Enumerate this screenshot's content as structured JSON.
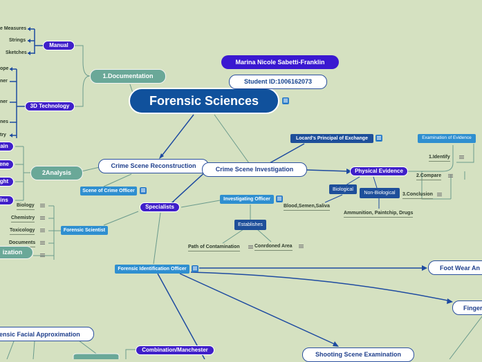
{
  "root": {
    "title": "Forensic Sciences"
  },
  "author": {
    "name": "Marina Nicole Sabetti-Franklin",
    "student_id": "Student ID:1006162073"
  },
  "documentation": {
    "label": "1.Documentation",
    "manual": {
      "label": "Manual",
      "children": [
        "e Measures",
        "Strings",
        "Sketches"
      ]
    },
    "tech3d": {
      "label": "3D Technology",
      "children": [
        "ope",
        "ner",
        "ner",
        "nes",
        "try"
      ]
    }
  },
  "crime_scene_reconstruction": {
    "label": "Crime Scene Reconstruction"
  },
  "crime_scene_investigation": {
    "label": "Crime Scene Investigation"
  },
  "locard": {
    "label": "Locard's Principal of Exchange"
  },
  "examination": {
    "label": "Examination of Evidence",
    "steps": [
      "1.Identify",
      "2.Compare",
      "3.Conclusion"
    ]
  },
  "physical_evidence": {
    "label": "Physical Evidence",
    "biological": {
      "label": "Biological",
      "detail": "Blood,Semen,Saliva"
    },
    "non_biological": {
      "label": "Non-Biological",
      "detail": "Ammunition, Paintchip, Drugs"
    }
  },
  "analysis": {
    "label": "2Analysis",
    "children": [
      "ain",
      "ene",
      "ght",
      "ins"
    ]
  },
  "scene_officer": {
    "label": "Scene of Crime Officer"
  },
  "specialists": {
    "label": "Specialists"
  },
  "investigating_officer": {
    "label": "Investigating Officer"
  },
  "establishes": {
    "label": "Establishes",
    "children": [
      "Path of Contamination",
      "Conrdoned Area"
    ]
  },
  "forensic_scientist": {
    "label": "Forensic Scientist",
    "children": [
      "Biology",
      "Chemistry",
      "Toxicology",
      "Documents"
    ]
  },
  "ization": {
    "label": "ization"
  },
  "fio": {
    "label": "Forensic Identification Officer"
  },
  "footwear": {
    "label": "Foot Wear An"
  },
  "finger": {
    "label": "Finger"
  },
  "shooting": {
    "label": "Shooting Scene Examination"
  },
  "facial": {
    "label": "ensic Facial Approximation"
  },
  "combination": {
    "label": "Combination/Manchester"
  }
}
